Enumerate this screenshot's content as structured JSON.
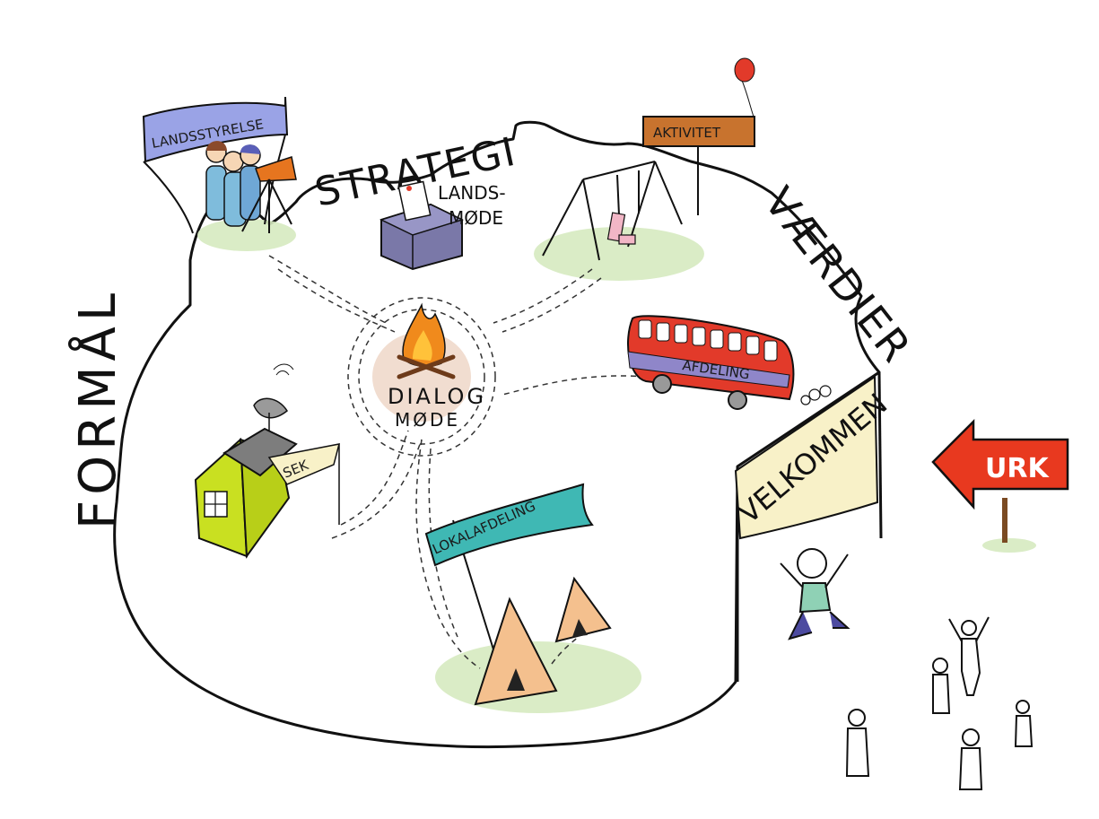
{
  "labels": {
    "formal": "FORMÅL",
    "strategi": "STRATEGI",
    "vaerdier": "VÆRDIER",
    "landsstyrelse": "LANDSSTYRELSE",
    "aktivitet": "AKTIVITET",
    "lands": "LANDS-",
    "mode": "MØDE",
    "dialog": "DIALOG",
    "dialog_mode": "MØDE",
    "afdeling": "AFDELING",
    "sek": "SEK",
    "lokalafdeling": "LOKALAFDELING",
    "velkommen": "VELKOMMEN",
    "urk": "URK"
  },
  "colors": {
    "banner_purple": "#9aa3e6",
    "banner_orange": "#c8732e",
    "banner_teal": "#3fb8b4",
    "banner_cream": "#f8f1c8",
    "bus_red": "#e23a2a",
    "bus_stripe": "#8f86c9",
    "house_lime": "#c9e021",
    "house_roof": "#7d7d7d",
    "fire_orange": "#f08a1c",
    "tent": "#f4c08e",
    "grass": "#cfe6b4",
    "arrow_red": "#e8391f",
    "balloon": "#e23a2a",
    "ink": "#1a1a1a"
  }
}
